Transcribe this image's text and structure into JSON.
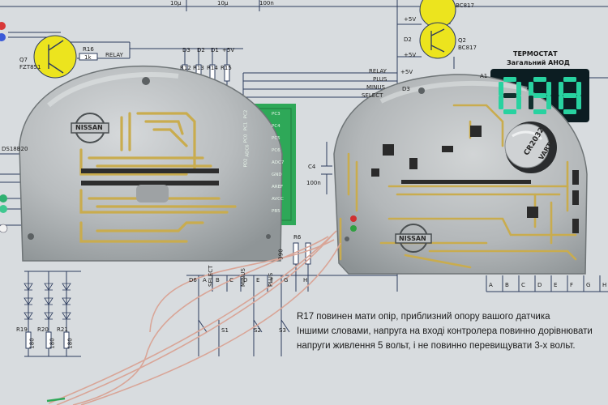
{
  "schematic": {
    "top_caps": [
      "10µ",
      "10µ",
      "100n"
    ],
    "transistor_q7": {
      "ref": "Q7",
      "part": "FZT851"
    },
    "resistor_r16": {
      "ref": "R16",
      "value": "1k"
    },
    "relay_label": "RELAY",
    "top_pins": [
      "D3",
      "D2",
      "D1",
      "+5V"
    ],
    "resistors_top": [
      "R12",
      "R13",
      "R14",
      "R15"
    ],
    "plus5v_labels": [
      "+5V",
      "+5V",
      "+5V"
    ],
    "transistor_q2": {
      "ref": "Q2",
      "part": "BC817"
    },
    "transistor_q1_part": "BC817",
    "d2_label": "D2",
    "d3_label": "D3",
    "bus_labels": [
      "RELAY",
      "PLUS",
      "MINUS",
      "SELECT"
    ],
    "thermostat_title": "ТЕРМОСТАТ",
    "thermostat_subtitle": "Загальний АНОД",
    "a1_label": "A1",
    "display_value": "098",
    "ds_label": "DS18B20",
    "c4": {
      "ref": "C4",
      "value": "100n"
    },
    "r6_label": "R6",
    "r5_value": "390",
    "bottom_pins_left": [
      "D6",
      "A",
      "B",
      "C",
      "D",
      "E",
      "F",
      "G",
      "H"
    ],
    "bottom_pins_right": [
      "A",
      "B",
      "C",
      "D",
      "E",
      "F",
      "G",
      "H"
    ],
    "switch_labels": [
      "SELECT",
      "MINUS",
      "PLUS"
    ],
    "switches": [
      "S1",
      "S2",
      "S3"
    ],
    "led_resistors": [
      "R19",
      "R20",
      "R21"
    ],
    "led_resistor_values": [
      "180",
      "180",
      "180"
    ]
  },
  "chip": {
    "pins_left": [
      "PC3",
      "PC4",
      "PC5",
      "PC6",
      "ADC7",
      "GND",
      "AREF",
      "AVCC",
      "PB5"
    ],
    "pins_right": [
      "PC2",
      "PC1",
      "PC0",
      "ADC6",
      "PD2"
    ]
  },
  "board_left": {
    "logo": "NISSAN"
  },
  "board_right": {
    "logo": "NISSAN",
    "battery_label": "CR2032",
    "battery_brand": "VARTA"
  },
  "note_lines": [
    "R17 повинен мати опір, приблизний опору вашого датчика",
    "Іншими словами, напруга на вході контролера повинно дорівнювати",
    "напруги живлення 5 вольт, і не повинно перевищувати 3-х вольт."
  ],
  "colors": {
    "paper": "#dfe2e6",
    "line": "#2b3b5c",
    "yellow": "#e8e020",
    "pcb_green": "#2fa75a",
    "seg_on": "#28d2a0",
    "display_bg": "#0b1c20",
    "aluminium": "#bfc3c5",
    "trace": "#c8a848",
    "wire": "#d9a79a"
  }
}
